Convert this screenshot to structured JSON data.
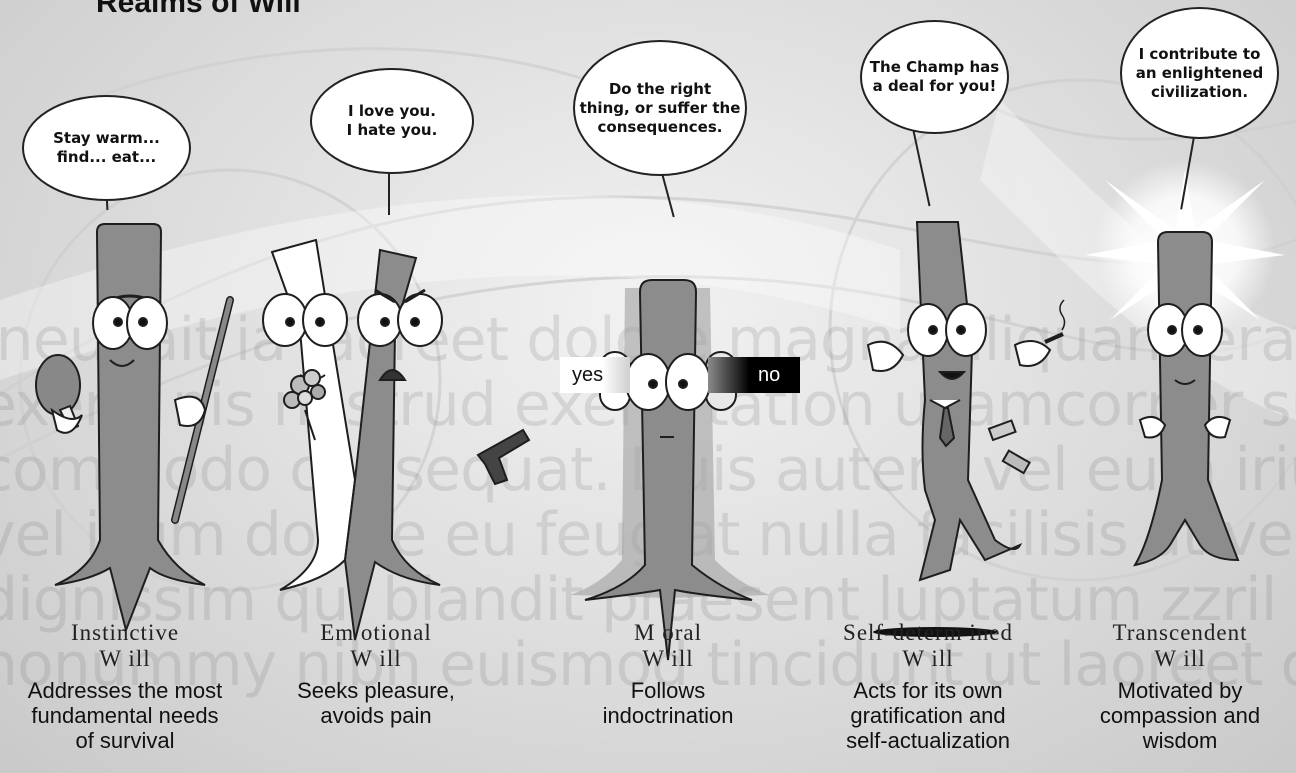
{
  "title": "Realms of Will",
  "watermark_lines": [
    "ineugait ia laoreet dolore magna aliquam erat volutpat.",
    "exerci nis nostrud exerci tation ullamcorper suscipit",
    "commodo consequat. Duis autem vel eum iriure",
    "vel illum dolore eu feugiat nulla facilisis at vero eros",
    "dignissim qui blandit praesent luptatum zzril delenit",
    "nonummy nibh euismod tincidunt ut laoreet dolore"
  ],
  "colors": {
    "body_gray": "#8c8c8c",
    "outline": "#1e1e1e",
    "black": "#111111"
  },
  "realms": [
    {
      "bubble": "Stay warm...\nfind... eat...",
      "name": "Instinctive\nW ill",
      "description": "Addresses the most\nfundamental needs\nof survival",
      "props": [
        "drumstick-icon",
        "stick-icon"
      ]
    },
    {
      "bubble": "I love you.\nI hate you.",
      "name": "Em otional\nW ill",
      "description": "Seeks pleasure,\navoids pain",
      "props": [
        "flowers-icon",
        "pistol-icon"
      ]
    },
    {
      "bubble": "Do the right\nthing, or suffer the\nconsequences.",
      "name": "M oral\nW ill",
      "description": "Follows\nindoctrination",
      "labels": {
        "yes": "yes",
        "no": "no"
      }
    },
    {
      "bubble": "The Champ has\na deal for you!",
      "name": "Self-determ ined\nW ill",
      "description": "Acts for its own\ngratification and\nself-actualization",
      "props": [
        "cigar-icon",
        "money-icon",
        "necktie-icon"
      ]
    },
    {
      "bubble": "I contribute to\nan enlightened\ncivilization.",
      "name": "Transcendent\nW ill",
      "description": "Motivated by\ncompassion and\nwisdom",
      "props": [
        "radiance-icon",
        "open-hands-icon"
      ]
    }
  ]
}
